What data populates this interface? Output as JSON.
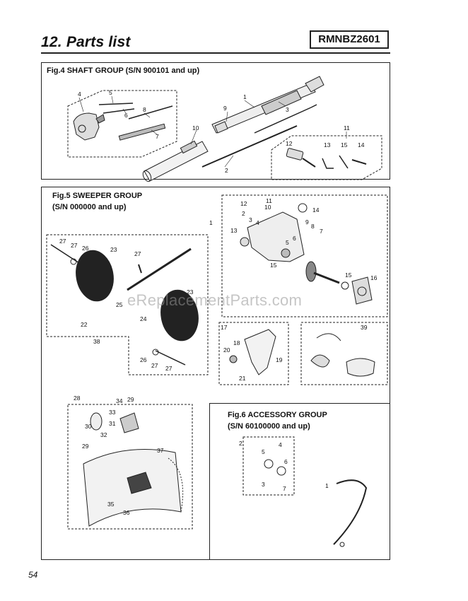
{
  "header": {
    "title": "12. Parts list",
    "model": "RMNBZ2601"
  },
  "fig4": {
    "caption": "Fig.4 SHAFT GROUP (S/N 900101 and up)",
    "callouts": [
      "1",
      "2",
      "3",
      "4",
      "5",
      "6",
      "7",
      "8",
      "9",
      "10",
      "11",
      "12",
      "13",
      "14",
      "15"
    ]
  },
  "fig5": {
    "caption_line1": "Fig.5 SWEEPER GROUP",
    "caption_line2": "(S/N 000000 and up)",
    "callouts": [
      "1",
      "2",
      "3",
      "4",
      "5",
      "6",
      "7",
      "8",
      "9",
      "10",
      "11",
      "12",
      "13",
      "14",
      "15",
      "16",
      "17",
      "18",
      "19",
      "20",
      "21",
      "22",
      "23",
      "24",
      "25",
      "26",
      "27",
      "28",
      "29",
      "30",
      "31",
      "32",
      "33",
      "34",
      "35",
      "36",
      "37",
      "38",
      "39"
    ]
  },
  "fig6": {
    "caption_line1": "Fig.6 ACCESSORY GROUP",
    "caption_line2": "(S/N 60100000 and up)",
    "callouts": [
      "1",
      "2",
      "3",
      "4",
      "5",
      "6",
      "7"
    ]
  },
  "watermark": "eReplacementParts.com",
  "footer": {
    "page_number": "54"
  }
}
